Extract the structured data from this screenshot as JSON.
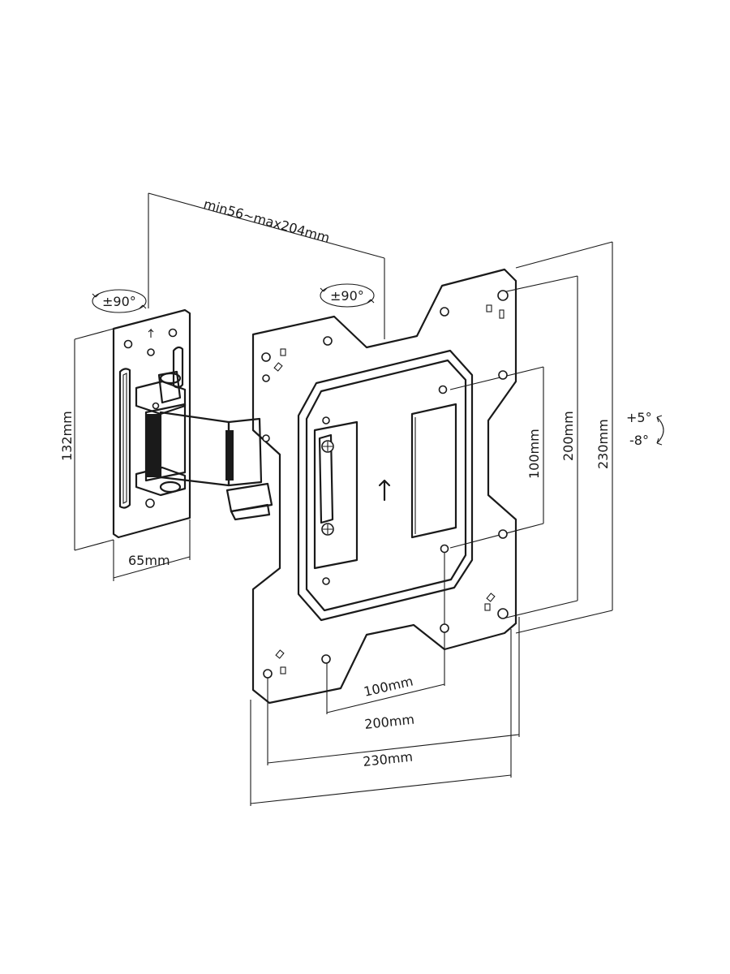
{
  "dimensions": {
    "arm_extension": "min56~max204mm",
    "wall_plate_height": "132mm",
    "wall_plate_width": "65mm",
    "vesa_small_h": "100mm",
    "vesa_small_v": "100mm",
    "vesa_mid_h": "200mm",
    "vesa_mid_v": "200mm",
    "plate_h": "230mm",
    "plate_v": "230mm"
  },
  "rotation": {
    "wall_swivel": "±90°",
    "head_swivel": "±90°",
    "tilt_up": "+5°",
    "tilt_down": "-8°"
  }
}
